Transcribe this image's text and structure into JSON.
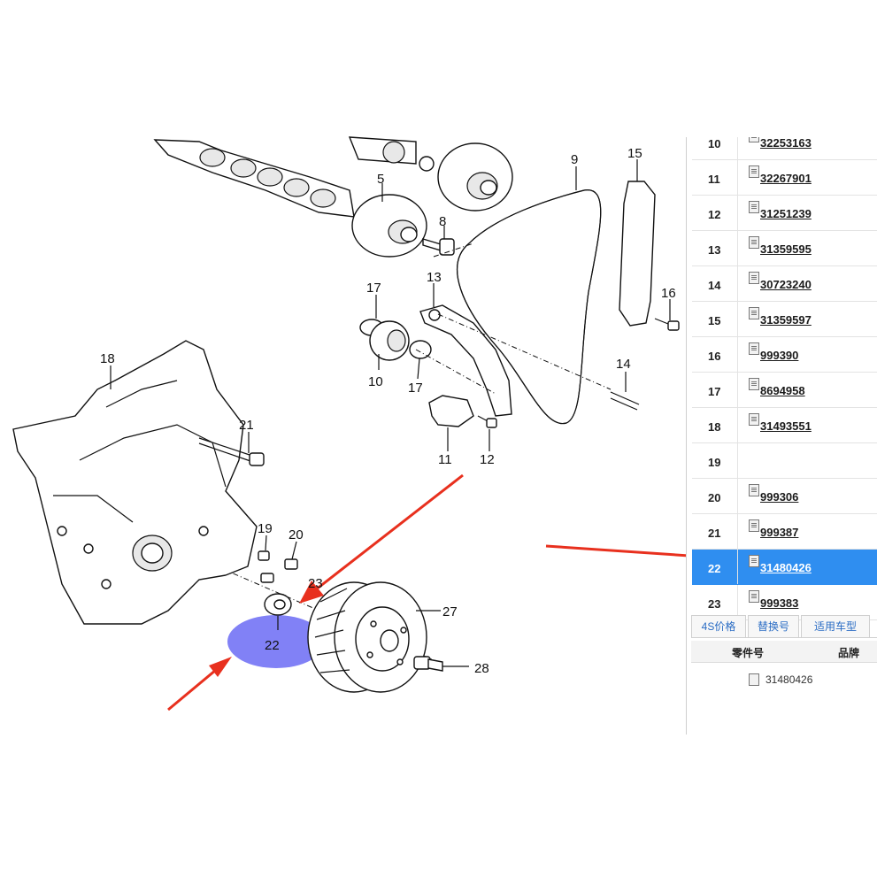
{
  "diagram": {
    "callouts": [
      "5",
      "8",
      "9",
      "15",
      "13",
      "16",
      "17",
      "10",
      "17",
      "14",
      "18",
      "11",
      "12",
      "21",
      "19",
      "20",
      "23",
      "22",
      "27",
      "28"
    ],
    "highlight_label": "22",
    "highlight_color": "#6b6bf5",
    "arrow_color": "#e8301e"
  },
  "parts_list": {
    "rows": [
      {
        "num": "10",
        "pn": "32253163"
      },
      {
        "num": "11",
        "pn": "32267901"
      },
      {
        "num": "12",
        "pn": "31251239"
      },
      {
        "num": "13",
        "pn": "31359595"
      },
      {
        "num": "14",
        "pn": "30723240"
      },
      {
        "num": "15",
        "pn": "31359597"
      },
      {
        "num": "16",
        "pn": "999390"
      },
      {
        "num": "17",
        "pn": "8694958"
      },
      {
        "num": "18",
        "pn": "31493551"
      },
      {
        "num": "19",
        "pn": ""
      },
      {
        "num": "20",
        "pn": "999306"
      },
      {
        "num": "21",
        "pn": "999387"
      },
      {
        "num": "22",
        "pn": "31480426"
      },
      {
        "num": "23",
        "pn": "999383"
      }
    ],
    "active_row": "22",
    "active_color": "#2f8ef0"
  },
  "tabs": [
    "4S价格",
    "替换号",
    "适用车型"
  ],
  "table_header": {
    "part_no": "零件号",
    "brand": "品牌"
  },
  "result": {
    "part_no": "31480426"
  }
}
